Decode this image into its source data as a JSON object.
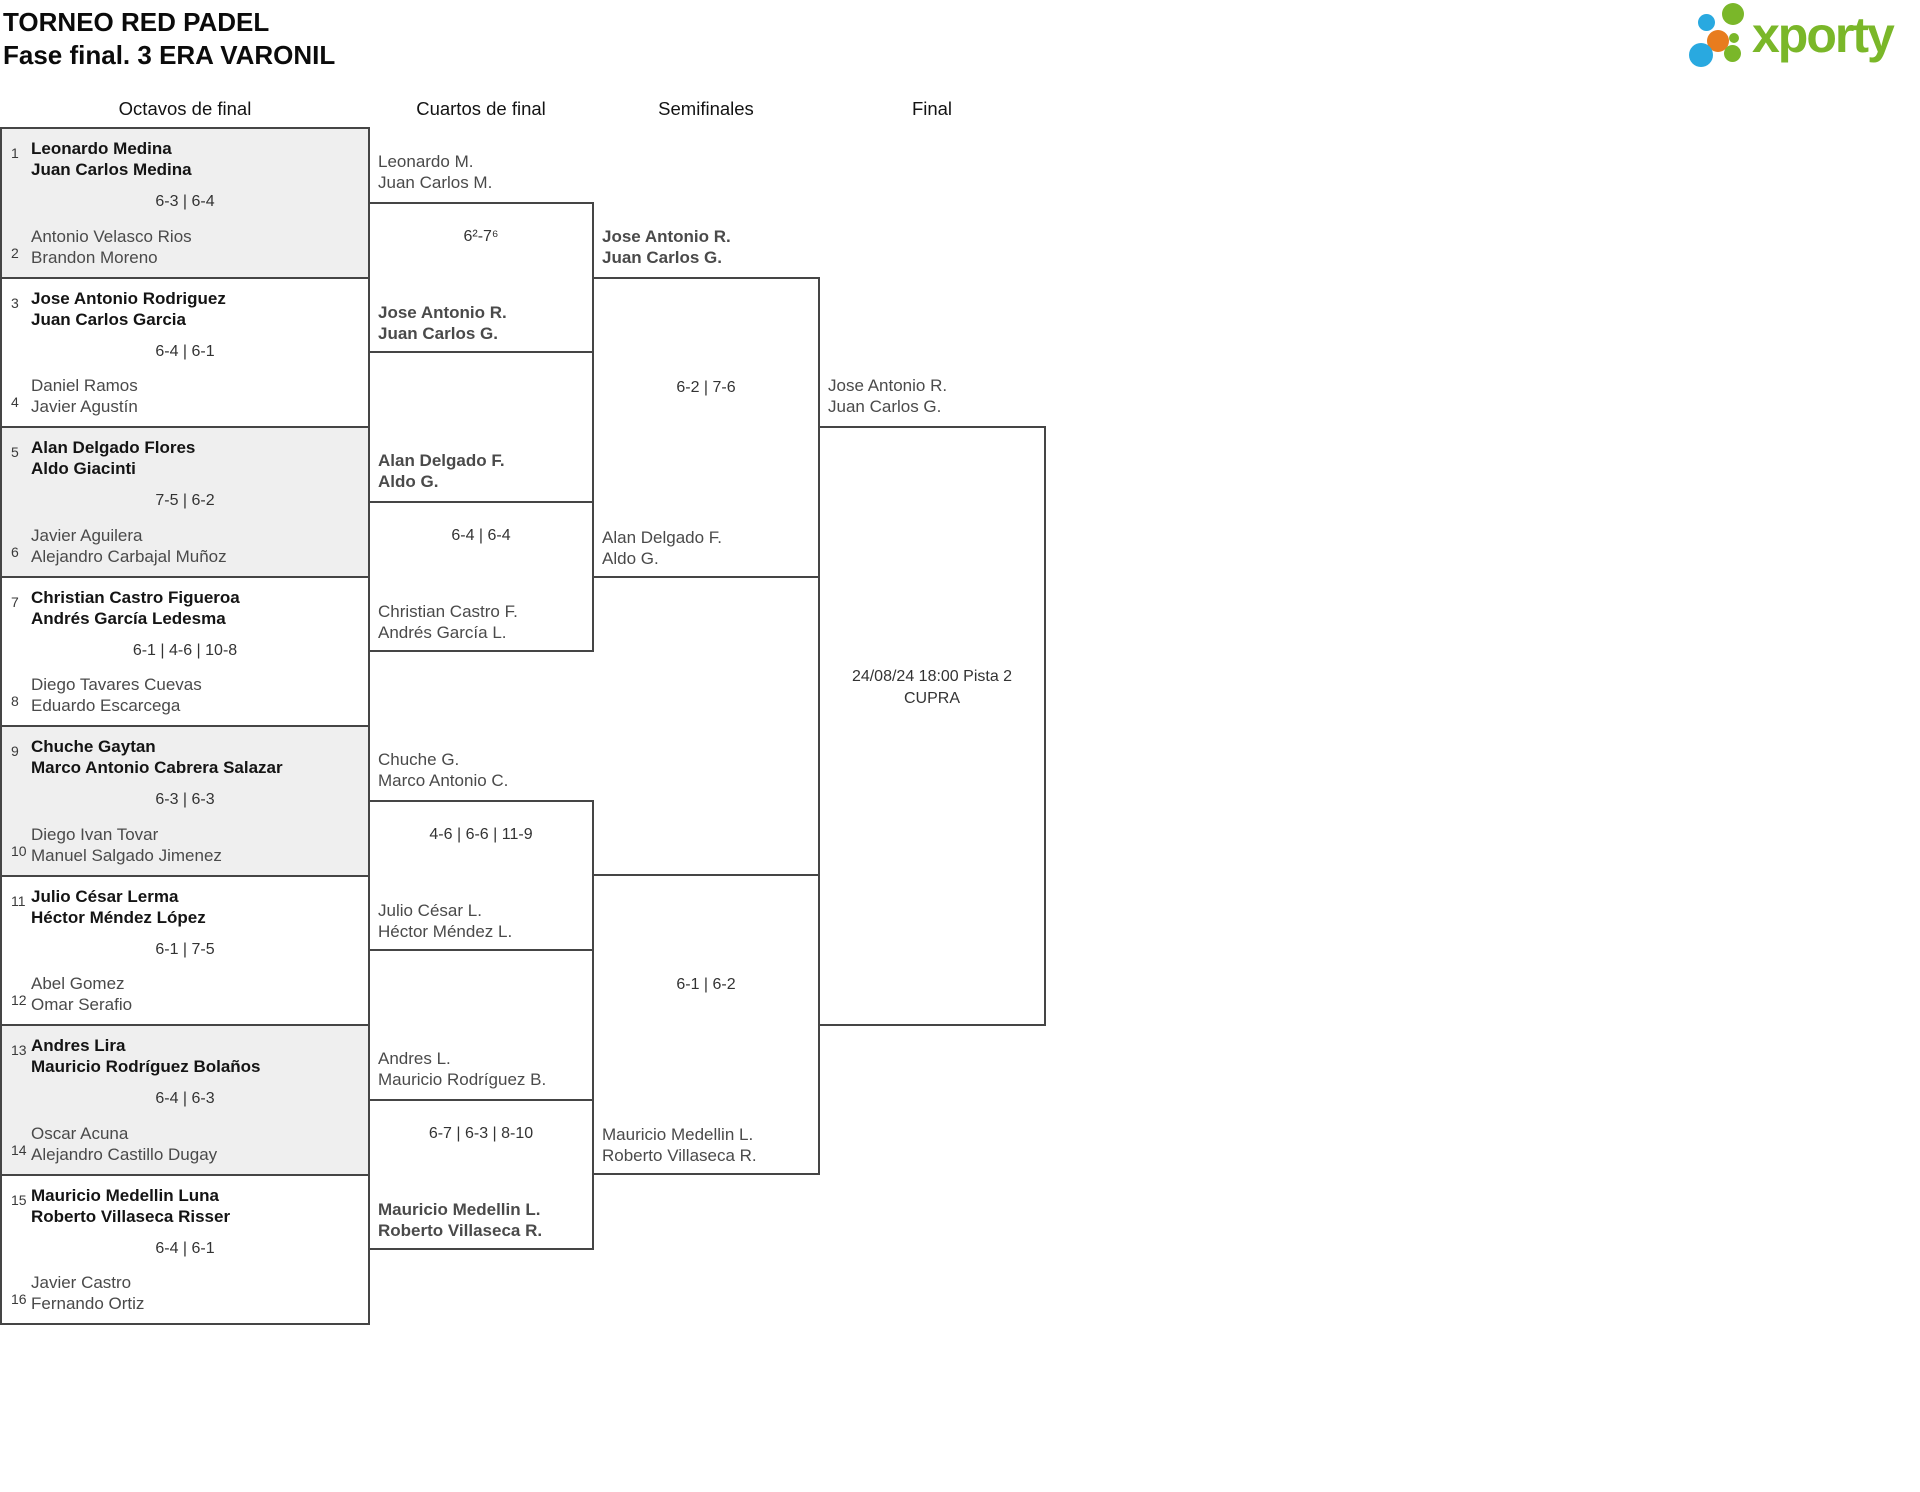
{
  "title": "TORNEO RED PADEL",
  "subtitle": "Fase final. 3 ERA VARONIL",
  "logo": {
    "text": "xporty",
    "green": "#7ab729",
    "blue": "#29a9e0",
    "orange": "#e87c1e"
  },
  "rounds": {
    "r16": "Octavos de final",
    "qf": "Cuartos de final",
    "sf": "Semifinales",
    "f": "Final"
  },
  "octavos": [
    {
      "seedTop": "1",
      "top1": "Leonardo Medina",
      "top2": "Juan Carlos Medina",
      "score": "6-3 | 6-4",
      "seedBottom": "2",
      "bottom1": "Antonio Velasco Rios",
      "bottom2": "Brandon Moreno"
    },
    {
      "seedTop": "3",
      "top1": "Jose Antonio Rodriguez",
      "top2": "Juan Carlos Garcia",
      "score": "6-4 | 6-1",
      "seedBottom": "4",
      "bottom1": "Daniel Ramos",
      "bottom2": "Javier Agustín"
    },
    {
      "seedTop": "5",
      "top1": "Alan Delgado Flores",
      "top2": "Aldo Giacinti",
      "score": "7-5 | 6-2",
      "seedBottom": "6",
      "bottom1": "Javier Aguilera",
      "bottom2": "Alejandro Carbajal Muñoz"
    },
    {
      "seedTop": "7",
      "top1": "Christian Castro Figueroa",
      "top2": "Andrés García Ledesma",
      "score": "6-1 | 4-6 | 10-8",
      "seedBottom": "8",
      "bottom1": "Diego Tavares Cuevas",
      "bottom2": "Eduardo Escarcega"
    },
    {
      "seedTop": "9",
      "top1": "Chuche Gaytan",
      "top2": "Marco Antonio Cabrera Salazar",
      "score": "6-3 | 6-3",
      "seedBottom": "10",
      "bottom1": "Diego Ivan Tovar",
      "bottom2": "Manuel Salgado Jimenez"
    },
    {
      "seedTop": "11",
      "top1": "Julio César Lerma",
      "top2": "Héctor Méndez López",
      "score": "6-1 | 7-5",
      "seedBottom": "12",
      "bottom1": "Abel Gomez",
      "bottom2": "Omar Serafio"
    },
    {
      "seedTop": "13",
      "top1": "Andres Lira",
      "top2": "Mauricio Rodríguez Bolaños",
      "score": "6-4 | 6-3",
      "seedBottom": "14",
      "bottom1": "Oscar Acuna",
      "bottom2": "Alejandro Castillo Dugay"
    },
    {
      "seedTop": "15",
      "top1": "Mauricio Medellin Luna",
      "top2": "Roberto Villaseca Risser",
      "score": "6-4 | 6-1",
      "seedBottom": "16",
      "bottom1": "Javier Castro",
      "bottom2": "Fernando Ortiz"
    }
  ],
  "cuartos": [
    {
      "top1": "Leonardo M.",
      "top2": "Juan Carlos M.",
      "score": "6²-7⁶",
      "bottom1": "Jose Antonio R.",
      "bottom2": "Juan Carlos G."
    },
    {
      "top1": "Alan Delgado F.",
      "top2": "Aldo G.",
      "score": "6-4 | 6-4",
      "bottom1": "Christian Castro F.",
      "bottom2": "Andrés García L."
    },
    {
      "top1": "Chuche G.",
      "top2": "Marco Antonio C.",
      "score": "4-6 | 6-6 | 11-9",
      "bottom1": "Julio César L.",
      "bottom2": "Héctor Méndez L."
    },
    {
      "top1": "Andres L.",
      "top2": "Mauricio Rodríguez B.",
      "score": "6-7 | 6-3 | 8-10",
      "bottom1": "Mauricio Medellin L.",
      "bottom2": "Roberto Villaseca R."
    }
  ],
  "semifinales": [
    {
      "top1": "Jose Antonio R.",
      "top2": "Juan Carlos G.",
      "score": "6-2 | 7-6",
      "bottom1": "Alan Delgado F.",
      "bottom2": "Aldo G."
    },
    {
      "score": "6-1 | 6-2",
      "bottom1": "Mauricio Medellin L.",
      "bottom2": "Roberto Villaseca R."
    }
  ],
  "final": {
    "top1": "Jose Antonio R.",
    "top2": "Juan Carlos G.",
    "info1": "24/08/24 18:00 Pista 2",
    "info2": "CUPRA"
  }
}
